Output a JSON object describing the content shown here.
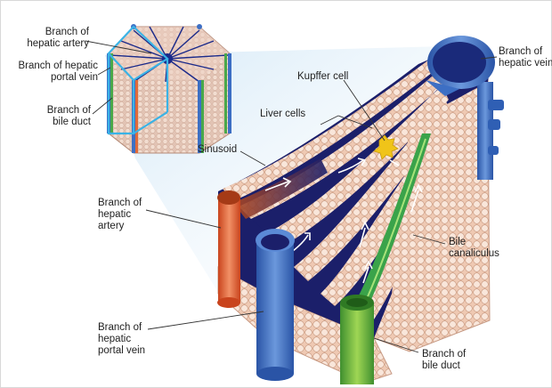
{
  "labels": {
    "top_hepatic_artery": [
      "Branch of",
      "hepatic artery"
    ],
    "top_portal_vein": [
      "Branch of hepatic",
      "portal vein"
    ],
    "top_bile_duct": [
      "Branch of",
      "bile duct"
    ],
    "kupffer_cell": "Kupffer cell",
    "liver_cells": "Liver cells",
    "sinusoid": "Sinusoid",
    "hepatic_vein": [
      "Branch of",
      "hepatic vein"
    ],
    "hepatic_artery": [
      "Branch of",
      "hepatic",
      "artery"
    ],
    "bile_canaliculus": [
      "Bile",
      "canaliculus"
    ],
    "portal_vein": [
      "Branch of",
      "hepatic",
      "portal vein"
    ],
    "bile_duct": [
      "Branch of",
      "bile duct"
    ]
  },
  "colors": {
    "tissue": "#e8bba4",
    "cell_dot": "#f6e3d6",
    "sinusoid_dark": "#1b1f6a",
    "vein_blue": "#3d6fc4",
    "artery": "#e06a3a",
    "bile_green": "#49a84a",
    "kupffer": "#f0c419"
  }
}
